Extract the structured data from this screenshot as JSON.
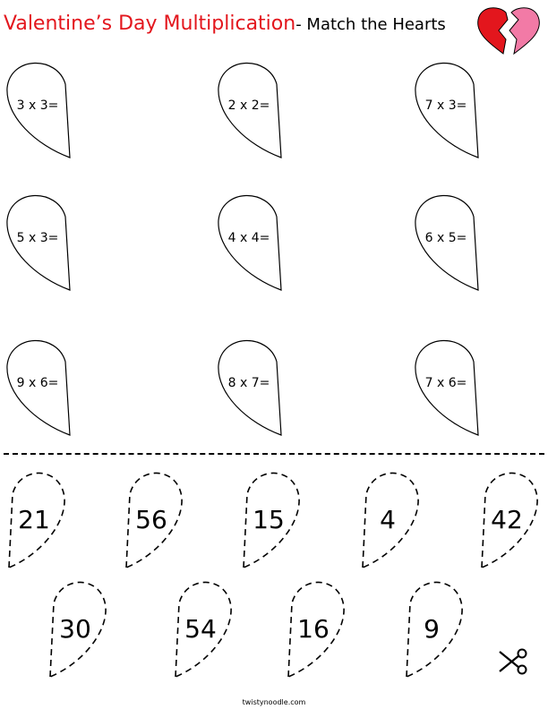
{
  "title": {
    "main": "Valentine’s Day Multiplication",
    "sub": "- Match the Hearts"
  },
  "colors": {
    "title_red": "#e3161d",
    "logo_left": "#e3161d",
    "logo_right": "#f27aa6"
  },
  "problems": [
    {
      "text": "3 x 3="
    },
    {
      "text": "2 x 2="
    },
    {
      "text": "7 x 3="
    },
    {
      "text": "5 x 3="
    },
    {
      "text": "4 x 4="
    },
    {
      "text": "6 x 5="
    },
    {
      "text": "9 x 6="
    },
    {
      "text": "8 x 7="
    },
    {
      "text": "7 x 6="
    }
  ],
  "answers": [
    {
      "value": "21"
    },
    {
      "value": "56"
    },
    {
      "value": "15"
    },
    {
      "value": "4"
    },
    {
      "value": "42"
    },
    {
      "value": "30"
    },
    {
      "value": "54"
    },
    {
      "value": "16"
    },
    {
      "value": "9"
    }
  ],
  "icons": {
    "logo": "heart-halves-logo-icon",
    "cut": "scissors-icon"
  },
  "footer": "twistynoodle.com"
}
